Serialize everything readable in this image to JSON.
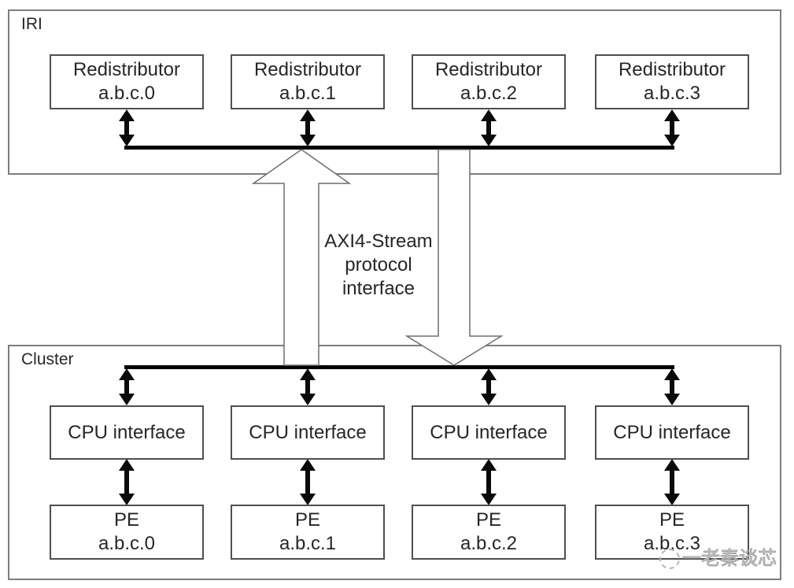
{
  "diagram": {
    "iri": {
      "label": "IRI",
      "redistributors": [
        {
          "name": "Redistributor",
          "id": "a.b.c.0"
        },
        {
          "name": "Redistributor",
          "id": "a.b.c.1"
        },
        {
          "name": "Redistributor",
          "id": "a.b.c.2"
        },
        {
          "name": "Redistributor",
          "id": "a.b.c.3"
        }
      ]
    },
    "interconnect": {
      "lines": [
        "AXI4-Stream",
        "protocol",
        "interface"
      ]
    },
    "cluster": {
      "label": "Cluster",
      "cpu_interfaces": [
        {
          "label": "CPU interface"
        },
        {
          "label": "CPU interface"
        },
        {
          "label": "CPU interface"
        },
        {
          "label": "CPU interface"
        }
      ],
      "pes": [
        {
          "name": "PE",
          "id": "a.b.c.0"
        },
        {
          "name": "PE",
          "id": "a.b.c.1"
        },
        {
          "name": "PE",
          "id": "a.b.c.2"
        },
        {
          "name": "PE",
          "id": "a.b.c.3"
        }
      ]
    },
    "watermark": {
      "text": "一老秦谈芯"
    },
    "colors": {
      "background": "#ffffff",
      "bus_line": "#000000",
      "small_arrow": "#0a0a0a",
      "container_border": "#7d7d7d",
      "box_border": "#4f4f4f",
      "big_arrow_fill": "#ffffff",
      "big_arrow_outline": "#6e6e6e",
      "text": "#262626",
      "watermark_gray": "#9e9e9e"
    }
  }
}
